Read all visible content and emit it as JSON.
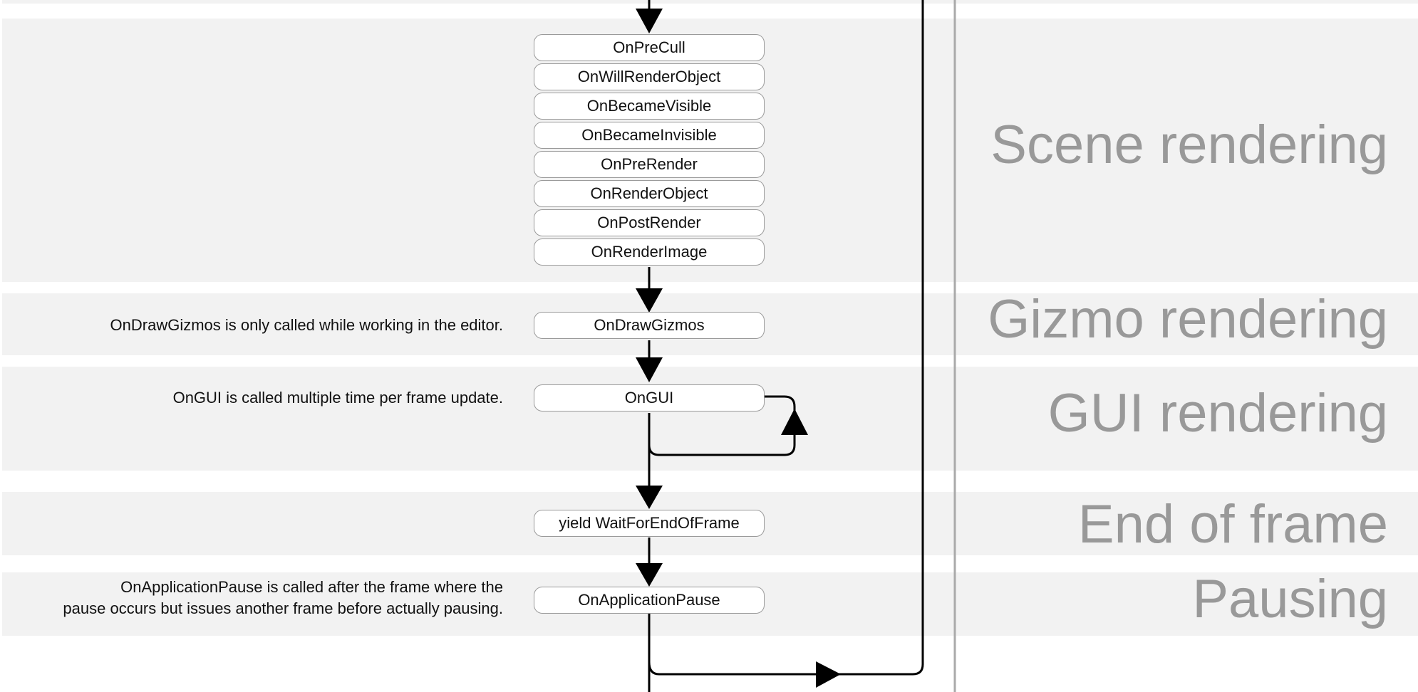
{
  "sections": {
    "scene": "Scene rendering",
    "gizmo": "Gizmo rendering",
    "gui": "GUI rendering",
    "end": "End of frame",
    "pause": "Pausing"
  },
  "nodes": {
    "prec": "OnPreCull",
    "willrender": "OnWillRenderObject",
    "visible": "OnBecameVisible",
    "invisible": "OnBecameInvisible",
    "prerender": "OnPreRender",
    "renderobject": "OnRenderObject",
    "postrender": "OnPostRender",
    "renderimage": "OnRenderImage",
    "gizmos": "OnDrawGizmos",
    "gui": "OnGUI",
    "endframe": "yield WaitForEndOfFrame",
    "pause": "OnApplicationPause"
  },
  "notes": {
    "gizmos": "OnDrawGizmos is only called while working in the editor.",
    "gui": "OnGUI is called multiple time per frame update.",
    "pause_line1": "OnApplicationPause is called after the frame where the",
    "pause_line2": "pause occurs but issues another frame before actually pausing."
  },
  "colors": {
    "band": "#f2f2f2",
    "node_border": "#9a9a9a",
    "section_label": "#999999",
    "line": "#000000",
    "divider": "#aaaaaa"
  }
}
